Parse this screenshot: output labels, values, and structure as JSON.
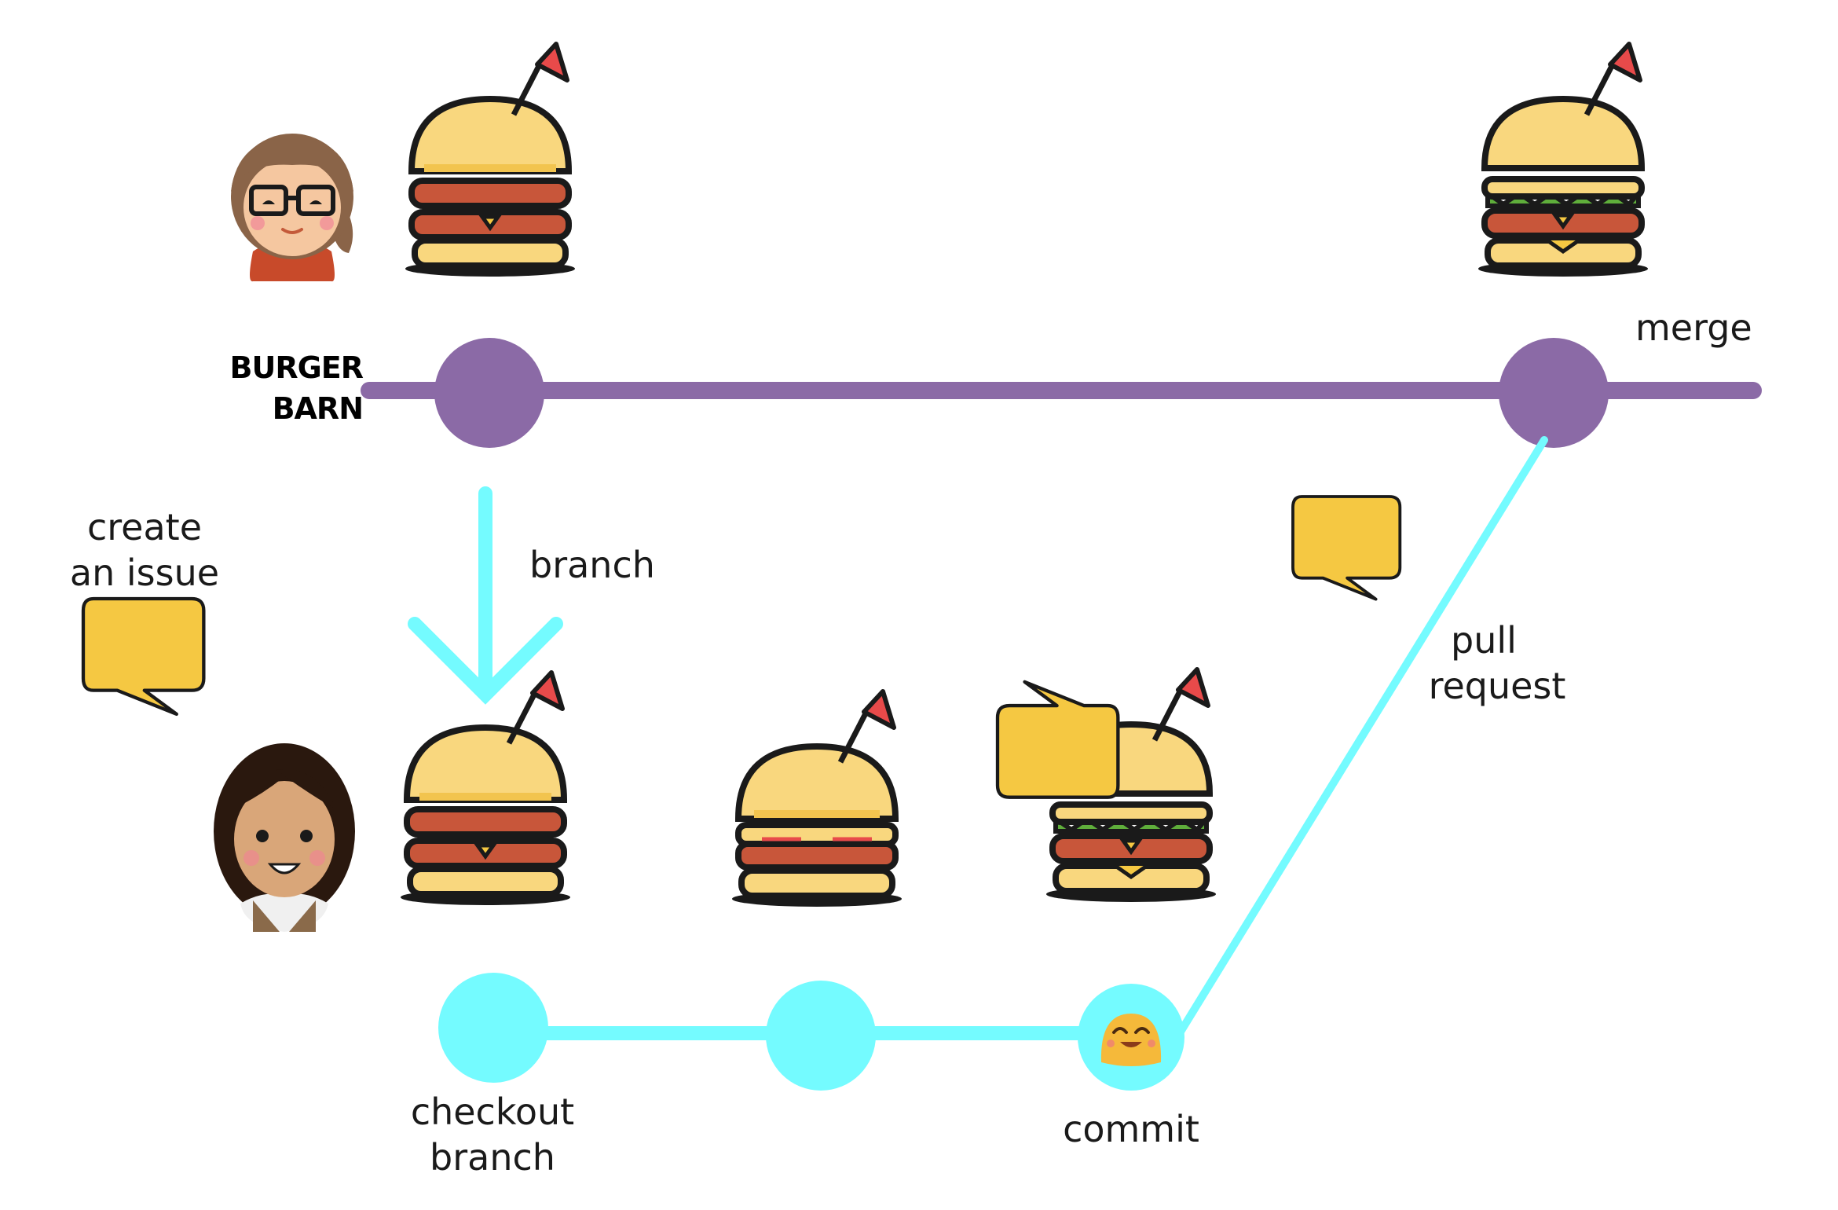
{
  "brand": {
    "line1": "BURGER",
    "line2": "BARN"
  },
  "labels": {
    "create_issue_1": "create",
    "create_issue_2": "an issue",
    "branch": "branch",
    "merge": "merge",
    "pull_request_1": "pull",
    "pull_request_2": "request",
    "checkout_1": "checkout",
    "checkout_2": "branch",
    "commit": "commit"
  },
  "colors": {
    "main_line": "#8b6aa6",
    "feature_line": "#74fbff",
    "bubble": "#f5c842",
    "bun": "#f9d77e",
    "patty": "#c8563a",
    "flag": "#e84a4a",
    "lettuce": "#5fae3b"
  }
}
